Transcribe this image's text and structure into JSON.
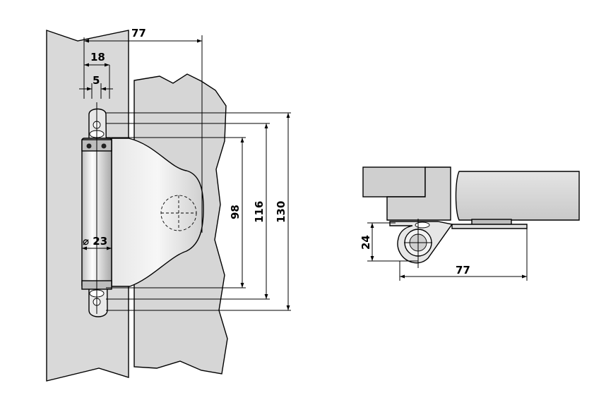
{
  "front_view": {
    "dim_overall_offset": "77",
    "dim_leaf_width": "18",
    "dim_pin_offset": "5",
    "dim_barrel_diameter": "⌀ 23",
    "dim_hole_spacing_98": "98",
    "dim_hole_spacing_116": "116",
    "dim_overall_height": "130"
  },
  "side_view": {
    "dim_height": "24",
    "dim_offset": "77"
  },
  "colors": {
    "frame_fill": "#d9d9d9",
    "door_fill": "#d6d6d6",
    "metal_light": "#f2f2f2",
    "metal_mid": "#c8c8c8",
    "metal_dark": "#9a9a9a"
  }
}
